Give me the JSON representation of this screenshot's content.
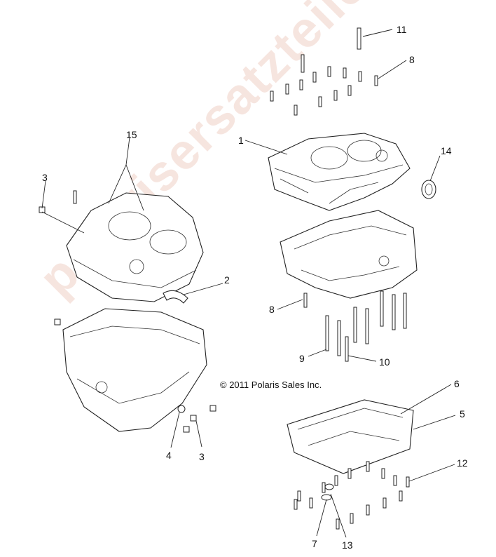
{
  "watermark": "polarisersatzteile.de",
  "copyright": "© 2011 Polaris Sales Inc.",
  "callouts": [
    {
      "id": "c11",
      "label": "11"
    },
    {
      "id": "c8a",
      "label": "8"
    },
    {
      "id": "c1",
      "label": "1"
    },
    {
      "id": "c14",
      "label": "14"
    },
    {
      "id": "c15",
      "label": "15"
    },
    {
      "id": "c3a",
      "label": "3"
    },
    {
      "id": "c2",
      "label": "2"
    },
    {
      "id": "c8b",
      "label": "8"
    },
    {
      "id": "c9",
      "label": "9"
    },
    {
      "id": "c10",
      "label": "10"
    },
    {
      "id": "c6",
      "label": "6"
    },
    {
      "id": "c5",
      "label": "5"
    },
    {
      "id": "c4",
      "label": "4"
    },
    {
      "id": "c3b",
      "label": "3"
    },
    {
      "id": "c12",
      "label": "12"
    },
    {
      "id": "c7",
      "label": "7"
    },
    {
      "id": "c13",
      "label": "13"
    }
  ]
}
